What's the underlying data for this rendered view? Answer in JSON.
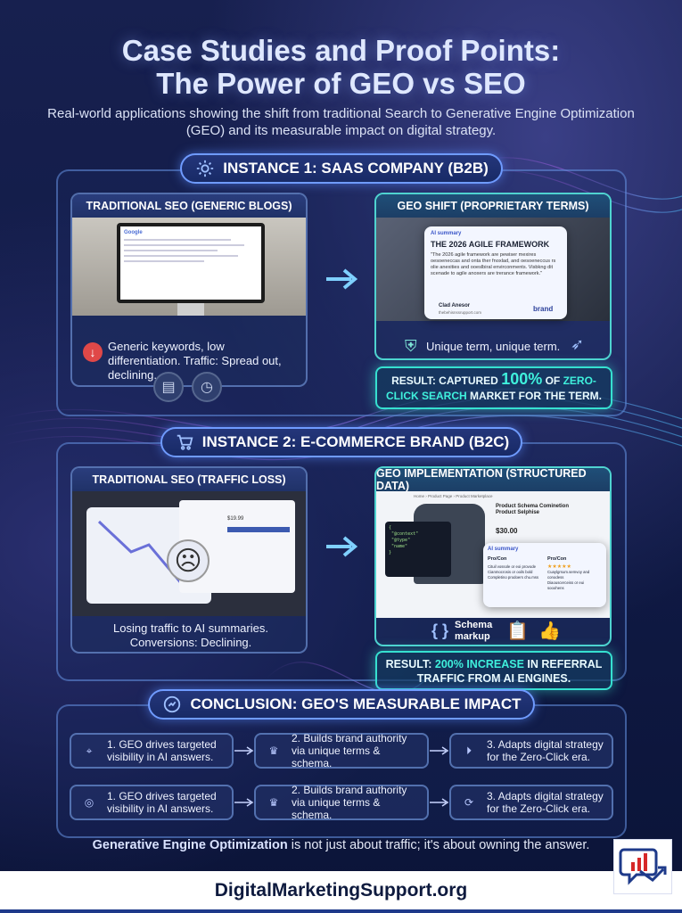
{
  "title_line1": "Case Studies and Proof Points:",
  "title_line2": "The Power of GEO vs SEO",
  "subtitle": "Real-world applications showing the shift from traditional Search to Generative Engine Optimization (GEO) and its measurable impact on digital strategy.",
  "instance1": {
    "label": "INSTANCE 1: SAAS COMPANY (B2B)",
    "left": {
      "title": "TRADITIONAL SEO (GENERIC BLOGS)",
      "text": "Generic keywords, low differentiation. Traffic: Spread out, declining.",
      "browser": "Google"
    },
    "right": {
      "title": "GEO SHIFT (PROPRIETARY TERMS)",
      "ai_tag": "AI summary",
      "card_title": "THE 2026 AGILE FRAMEWORK",
      "card_body": "\"The 2026 agile framework are pewiser mexires oesoeneccas and onta ther fnoxlad, and oesoeneccus rs olie anexities and ooeslbiral envirconments. Visbkng dit scenade to agile anoxers are trerance framework.\"",
      "author": "Clad Anesor",
      "author_sub": "thebehisnssrupport.com",
      "brand": "brand",
      "text": "Unique term, unique term."
    },
    "result_pre": "RESULT: CAPTURED ",
    "result_big": "100%",
    "result_mid": " OF ",
    "result_cyan": "ZERO-CLICK SEARCH",
    "result_post": " MARKET FOR THE TERM."
  },
  "instance2": {
    "label": "INSTANCE 2: E-COMMERCE BRAND (B2C)",
    "left": {
      "title": "TRADITIONAL SEO (TRAFFIC LOSS)",
      "text": "Losing traffic to AI summaries. Conversions: Declining.",
      "price": "$19.99"
    },
    "right": {
      "title": "GEO IMPLEMENTATION (STRUCTURED DATA)",
      "breadcrumb": "Home › Product Page › Product Marketplace",
      "product_title": "Product Schema Cominetion Product Selphise",
      "price": "$30.00",
      "ai_tag": "AI summary",
      "pros": "Pro/Con",
      "cons": "Pro/Con",
      "pro_items": [
        "Cituil vossole or eoi provode",
        "Cianmocrosis or ooils bold",
        "Completino prodoers chu.mss"
      ],
      "con_items": [
        "Cuaylgrsum.semvoy and conodess",
        "Diaouscerceiss or eui sooohens"
      ],
      "schema": "Schema markup"
    },
    "result_pre": "RESULT: ",
    "result_cyan": "200% INCREASE",
    "result_post": " IN REFERRAL TRAFFIC FROM AI ENGINES."
  },
  "conclusion": {
    "label": "CONCLUSION: GEO'S MEASURABLE IMPACT",
    "row1": [
      "1. GEO drives targeted visibility in AI answers.",
      "2. Builds brand authority via unique terms & schema.",
      "3. Adapts digital strategy for the Zero-Click era."
    ],
    "row2": [
      "1. GEO drives targeted visibility in AI answers.",
      "2. Builds brand authority via unique terms & schema.",
      "3. Adapts digital strategy for the Zero-Click era."
    ],
    "tagline_bold": "Generative Engine Optimization",
    "tagline_rest": " is not just about traffic; it's about owning the answer."
  },
  "footer": "DigitalMarketingSupport.org",
  "colors": {
    "accent_cyan": "#3ff0dc",
    "border_blue": "#6f9bff",
    "down_red": "#e04848"
  }
}
